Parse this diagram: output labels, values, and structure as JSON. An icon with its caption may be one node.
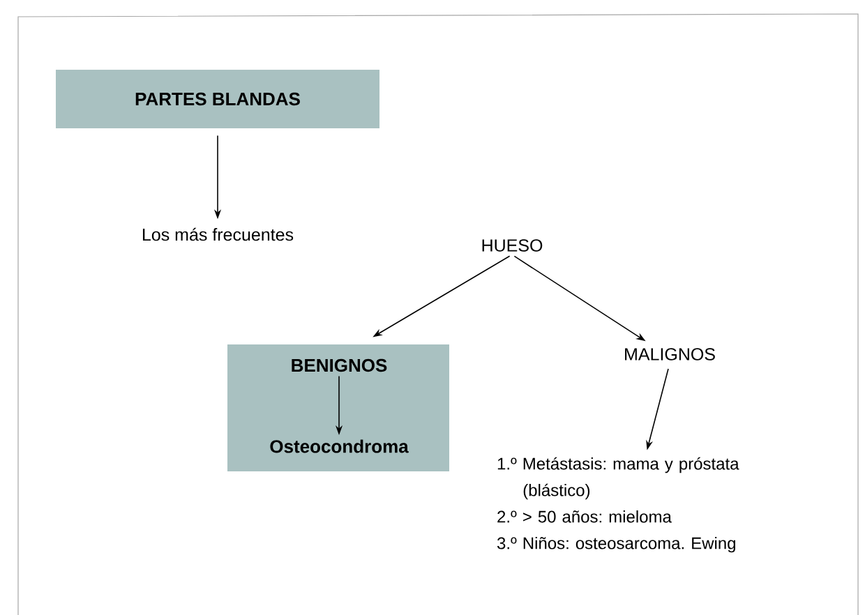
{
  "diagram": {
    "nodes": [
      {
        "text": [
          "PARTES BLANDAS"
        ]
      },
      {
        "text": [
          "Los más frecuentes"
        ]
      },
      {
        "text": [
          "HUESO"
        ]
      },
      {
        "text": [],
        "shape": "box"
      },
      {
        "text": [
          "BENIGNOS"
        ],
        "in": 3
      },
      {
        "text": [
          "Osteocondroma"
        ],
        "in": 3
      },
      {
        "text": [
          "MALIGNOS"
        ]
      },
      {
        "text": [
          "1.º Metástasis: mama y próstata (blástico)",
          "2.º > 50 años: mieloma",
          "3.º Niños: osteosarcoma. Ewing"
        ]
      }
    ],
    "edges": [
      {
        "from": 0,
        "to": 1,
        "arrow": "to"
      },
      {
        "from": 2,
        "to": 3,
        "arrow": "to"
      },
      {
        "from": 2,
        "to": 6,
        "arrow": "to"
      },
      {
        "from": 4,
        "to": 5,
        "arrow": "to"
      },
      {
        "from": 6,
        "to": 7,
        "arrow": "to"
      }
    ]
  }
}
